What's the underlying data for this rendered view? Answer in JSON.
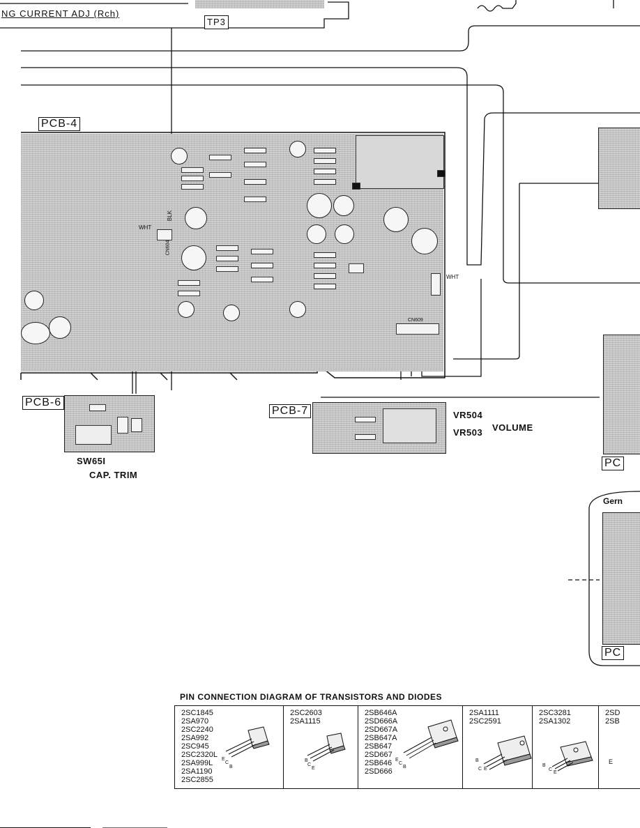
{
  "header": {
    "current_adj": "NG CURRENT ADJ (Rch)",
    "tp3": "TP3"
  },
  "pcb_labels": {
    "pcb4": "PCB-4",
    "pcb6": "PCB-6",
    "pcb7": "PCB-7",
    "pc_right_1": "PC",
    "pc_right_2": "PC",
    "germ_partial": "Gern"
  },
  "component_labels": {
    "sw651": "SW65I",
    "cap_trim": "CAP. TRIM",
    "vr504": "VR504",
    "vr503": "VR503",
    "volume": "VOLUME"
  },
  "wire_labels": {
    "wht_1": "WHT",
    "wht_2": "WHT",
    "blk": "BLK",
    "cn609": "CN609",
    "cn604": "CN604"
  },
  "pin_table": {
    "title": "PIN CONNECTION DIAGRAM OF TRANSISTORS AND DIODES",
    "groups": [
      {
        "parts": [
          "2SC1845",
          "2SA970",
          "2SC2240",
          "2SA992",
          "2SC945",
          "2SC2320L",
          "2SA999L",
          "2SA1190",
          "2SC2855"
        ]
      },
      {
        "parts": [
          "2SC2603",
          "2SA1115"
        ]
      },
      {
        "parts": [
          "2SB646A",
          "2SD666A",
          "2SD667A",
          "2SB647A",
          "2SB647",
          "2SD667",
          "2SB646",
          "2SD666"
        ]
      },
      {
        "parts": [
          "2SA1111",
          "2SC2591"
        ]
      },
      {
        "parts": [
          "2SC3281",
          "2SA1302"
        ]
      },
      {
        "parts": [
          "2SD",
          "2SB"
        ]
      }
    ],
    "pins": {
      "e": "E",
      "c": "C",
      "b": "B"
    }
  },
  "colors": {
    "ink": "#111111",
    "board_fill": "#cfcfcf",
    "paper": "#ffffff"
  }
}
